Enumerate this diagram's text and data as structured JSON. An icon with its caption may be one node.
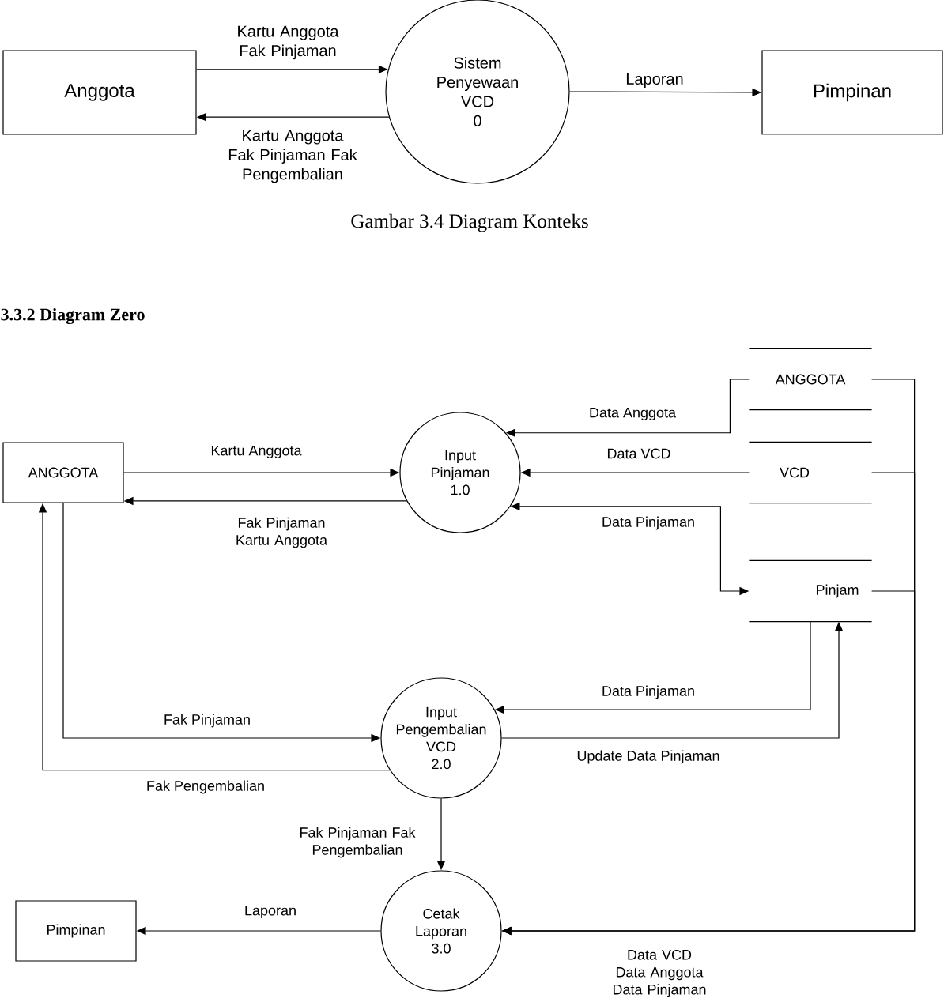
{
  "diagram": {
    "title": "3.3.2 Diagram Zero",
    "caption": "Gambar 3.4 Diagram Konteks",
    "nodes": [
      {
        "text": [
          "Anggota"
        ]
      },
      {
        "text": [
          "Sistem Penyewaan VCD",
          "0"
        ]
      },
      {
        "text": [
          "Pimpinan"
        ]
      },
      {
        "text": [
          "ANGGOTA"
        ]
      },
      {
        "text": [
          "Input Pinjaman",
          "1.0"
        ]
      },
      {
        "text": [
          "ANGGOTA"
        ]
      },
      {
        "text": [
          "VCD"
        ]
      },
      {
        "text": [
          "Pinjam"
        ]
      },
      {
        "text": [
          "Input Pengembalian VCD",
          "2.0"
        ]
      },
      {
        "text": [
          "Cetak Laporan",
          "3.0"
        ]
      },
      {
        "text": [
          "Pimpinan"
        ]
      }
    ],
    "edges": [
      {
        "from": 0,
        "to": 1,
        "arrow": "to",
        "label": "Kartu Anggota Fak Pinjaman"
      },
      {
        "from": 1,
        "to": 0,
        "arrow": "to",
        "label": "Kartu Anggota Fak Pinjaman Fak Pengembalian"
      },
      {
        "from": 1,
        "to": 2,
        "arrow": "to",
        "label": "Laporan"
      },
      {
        "from": 3,
        "to": 4,
        "arrow": "to",
        "label": "Kartu Anggota"
      },
      {
        "from": 4,
        "to": 3,
        "arrow": "to",
        "label": "Fak Pinjaman Kartu Anggota"
      },
      {
        "from": 5,
        "to": 4,
        "arrow": "to",
        "label": "Data Anggota"
      },
      {
        "from": 6,
        "to": 4,
        "arrow": "to",
        "label": "Data VCD"
      },
      {
        "from": 4,
        "to": 7,
        "arrow": "both",
        "label": "Data Pinjaman"
      },
      {
        "from": 7,
        "to": 8,
        "arrow": "to",
        "label": "Data Pinjaman"
      },
      {
        "from": 8,
        "to": 7,
        "arrow": "to",
        "label": "Update Data Pinjaman"
      },
      {
        "from": 3,
        "to": 8,
        "arrow": "to",
        "label": "Fak Pinjaman"
      },
      {
        "from": 8,
        "to": 3,
        "arrow": "to",
        "label": "Fak Pengembalian"
      },
      {
        "from": 8,
        "to": 9,
        "arrow": "to",
        "label": "Fak Pinjaman Fak Pengembalian"
      },
      {
        "from": 9,
        "to": 10,
        "arrow": "to",
        "label": "Laporan"
      },
      {
        "from": 5,
        "to": 9,
        "arrow": "to"
      },
      {
        "from": 6,
        "to": 9,
        "arrow": "to"
      },
      {
        "from": 7,
        "to": 9,
        "arrow": "to",
        "label": "Data VCD Data Anggota Data Pinjaman"
      }
    ]
  }
}
